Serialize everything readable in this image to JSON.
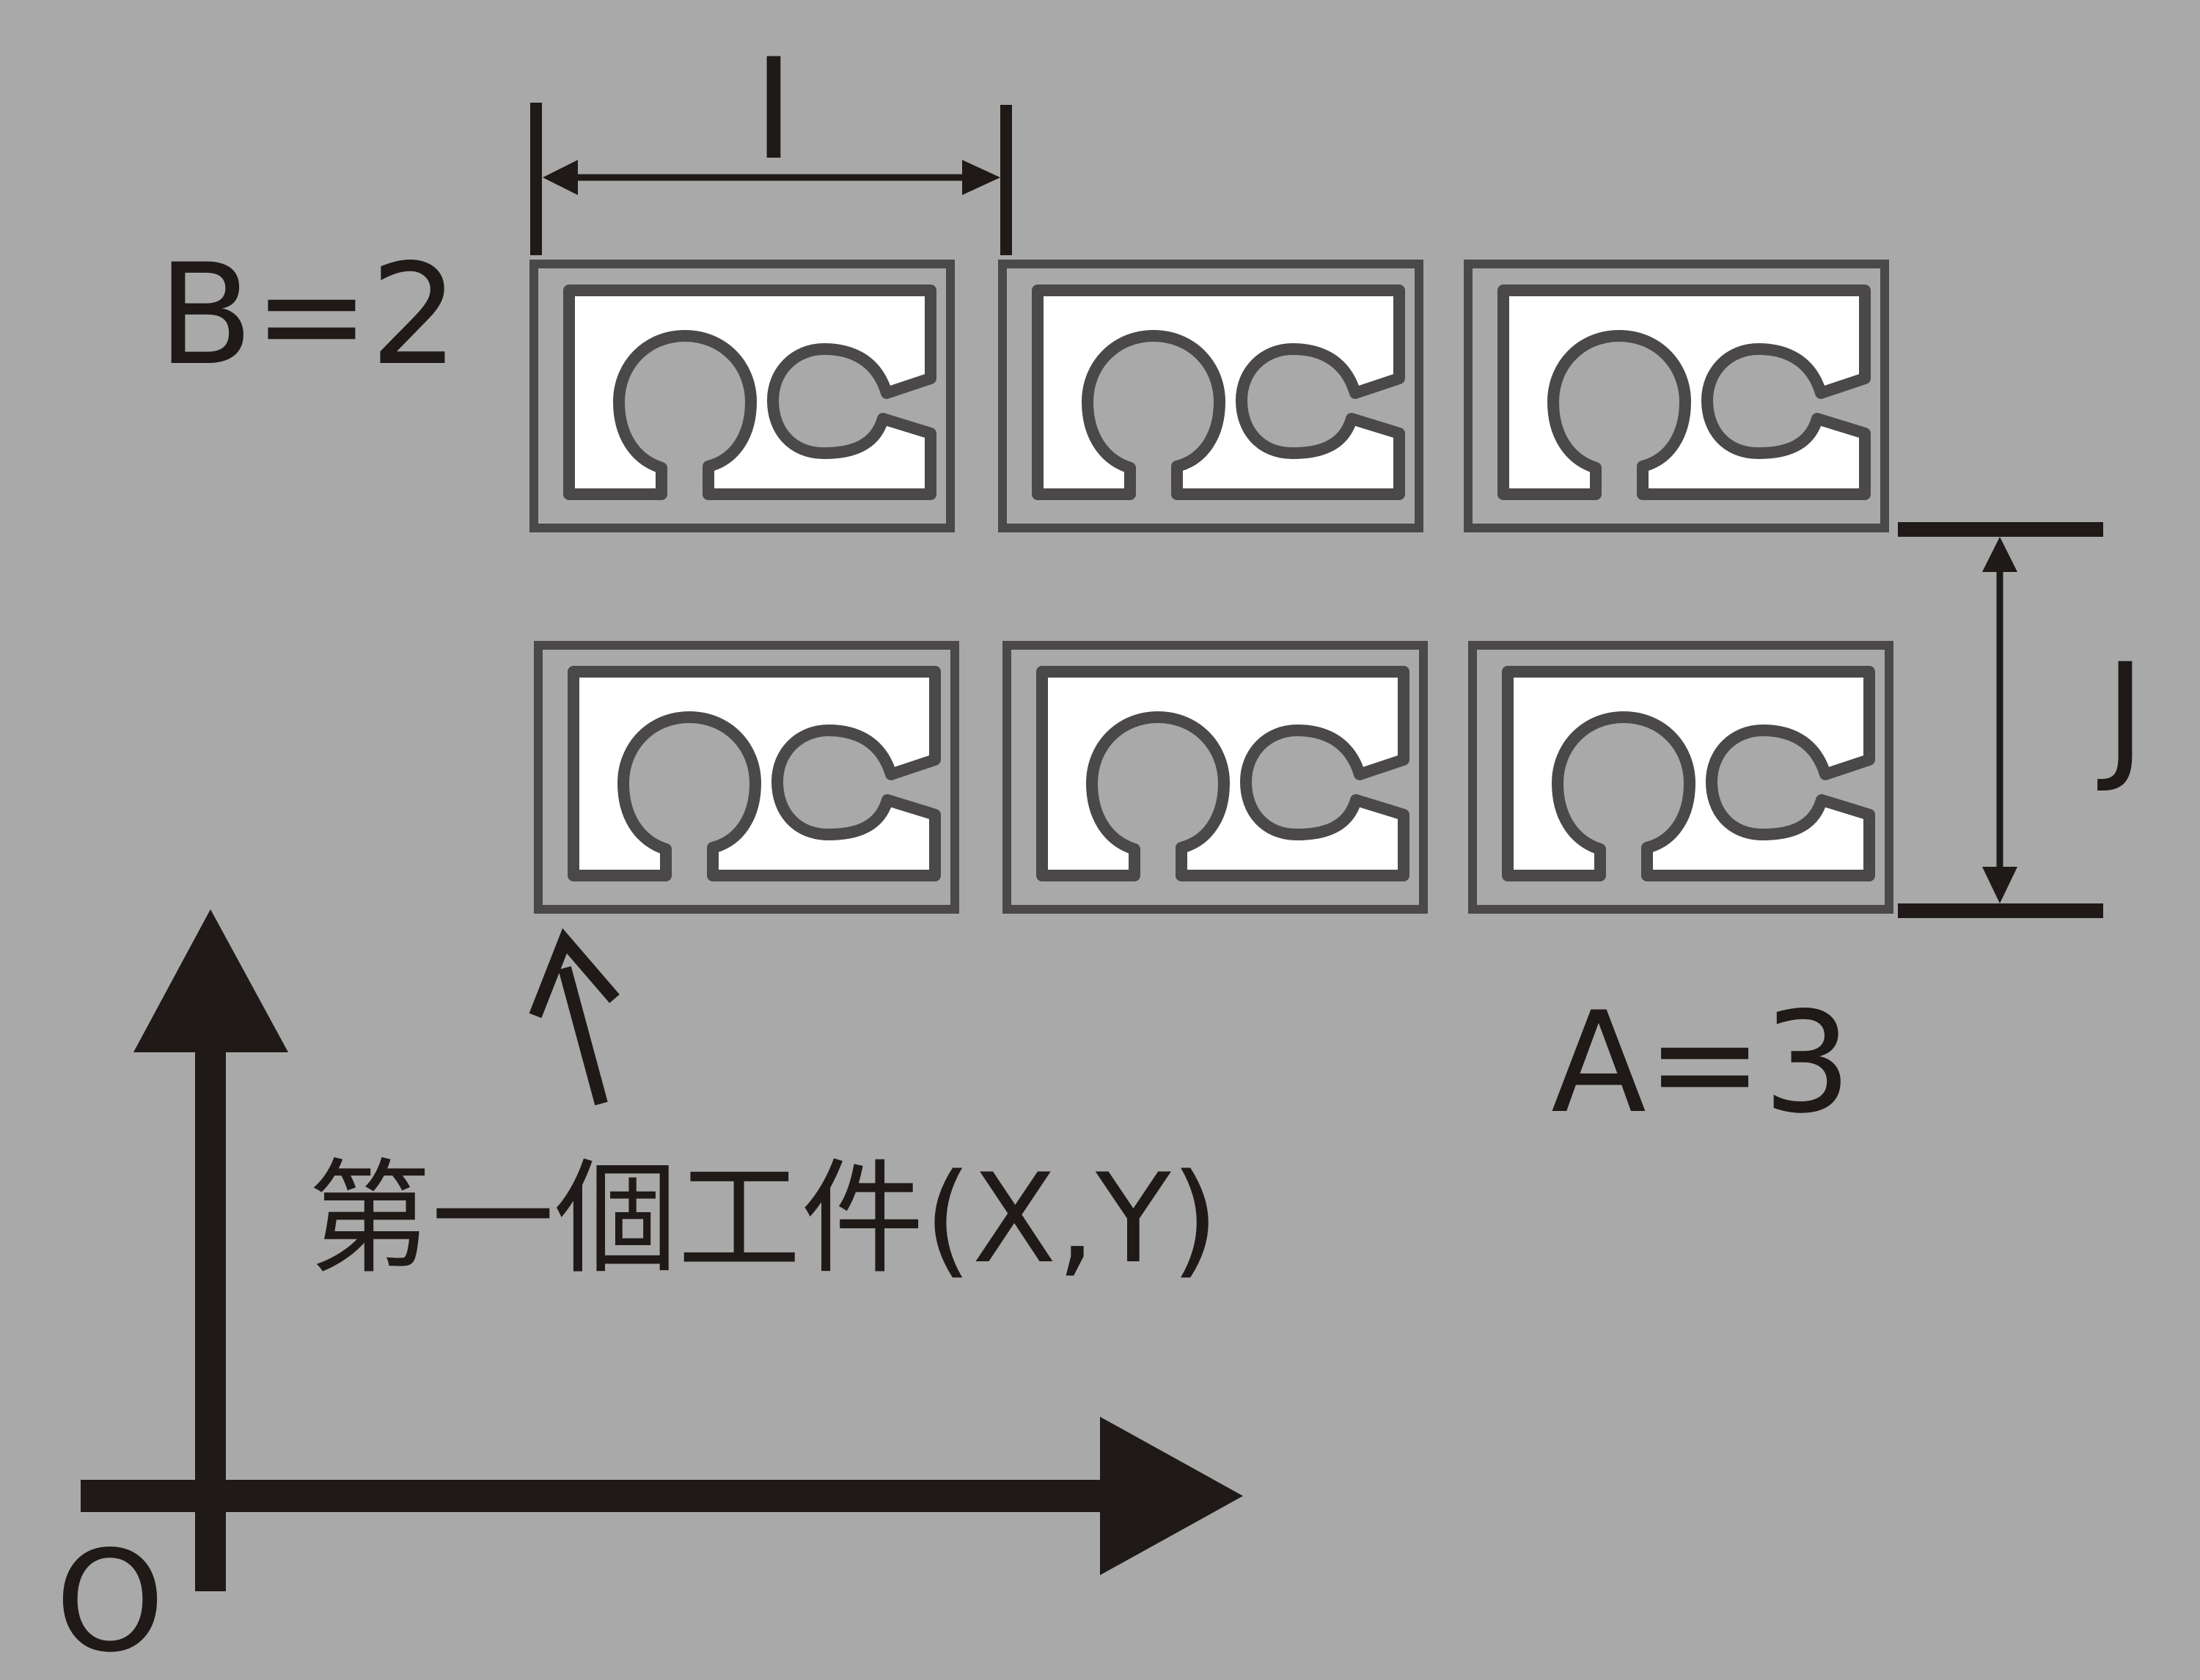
{
  "labels": {
    "spacing_x": "I",
    "spacing_y": "J",
    "rows_count": "B=2",
    "cols_count": "A=3",
    "first_workpiece": "第一個工件(X,Y)",
    "origin": "O"
  },
  "grid": {
    "rows": 2,
    "cols": 3
  },
  "colors": {
    "background": "#a9a9a9",
    "ink": "#1f1a17",
    "part_outline": "#4a4848",
    "part_fill": "#ffffff"
  },
  "icons": {
    "part_shape": "omega-c-workpiece-icon"
  }
}
